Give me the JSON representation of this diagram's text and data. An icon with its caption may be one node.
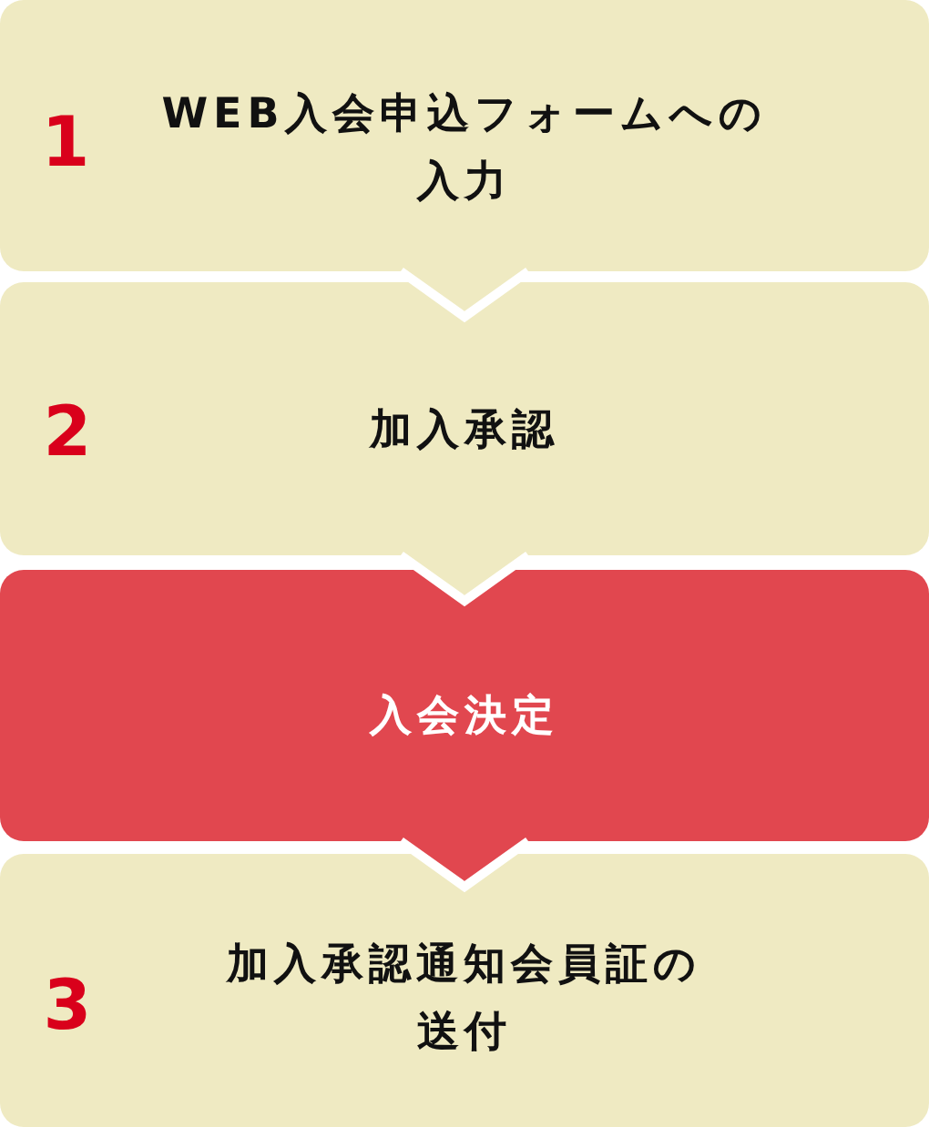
{
  "diagram": {
    "nodes": [
      {
        "text": [
          "1",
          "WEB入会申込フォームへの入力"
        ]
      },
      {
        "text": [
          "2",
          "加入承認"
        ]
      },
      {
        "text": [
          "入会決定"
        ]
      },
      {
        "text": [
          "3",
          "加入承認通知会員証の送付"
        ]
      }
    ],
    "edges": [
      {
        "from": 0,
        "to": 1,
        "arrow": "to"
      },
      {
        "from": 1,
        "to": 2,
        "arrow": "to"
      },
      {
        "from": 2,
        "to": 3,
        "arrow": "to",
        "color": "#e1474f"
      }
    ]
  }
}
